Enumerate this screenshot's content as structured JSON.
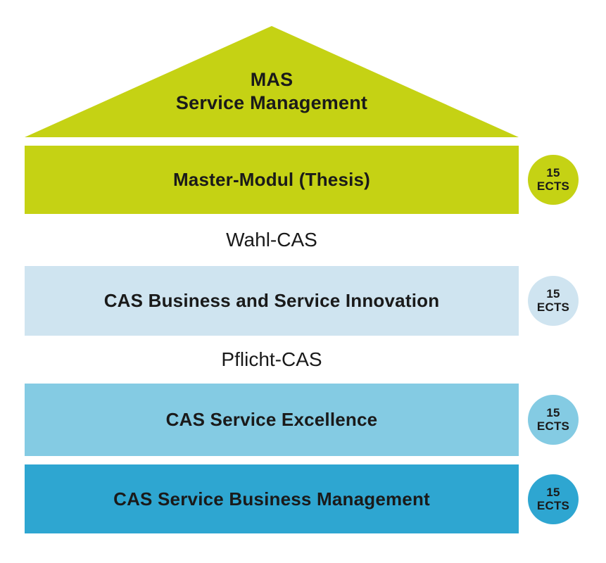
{
  "title": {
    "line1": "MAS",
    "line2": "Service Management"
  },
  "levels": [
    {
      "id": "master-modul-thesis",
      "label": "Master-Modul (Thesis)",
      "color": "#c5d214",
      "ects_value": "15",
      "ects_unit": "ECTS"
    },
    {
      "id": "cas-business-and-service-innovation",
      "label": "CAS Business and Service Innovation",
      "color": "#cfe4f0",
      "ects_value": "15",
      "ects_unit": "ECTS"
    },
    {
      "id": "cas-service-excellence",
      "label": "CAS Service Excellence",
      "color": "#84cbe3",
      "ects_value": "15",
      "ects_unit": "ECTS"
    },
    {
      "id": "cas-service-business-management",
      "label": "CAS Service Business Management",
      "color": "#2ea6d1",
      "ects_value": "15",
      "ects_unit": "ECTS"
    }
  ],
  "separators": [
    {
      "label": "Wahl-CAS"
    },
    {
      "label": "Pflicht-CAS"
    }
  ],
  "colors": {
    "roof_green": "#c5d214",
    "light_blue": "#cfe4f0",
    "medium_blue": "#84cbe3",
    "dark_blue": "#2ea6d1",
    "text": "#1a1a1a",
    "background": "#ffffff"
  }
}
